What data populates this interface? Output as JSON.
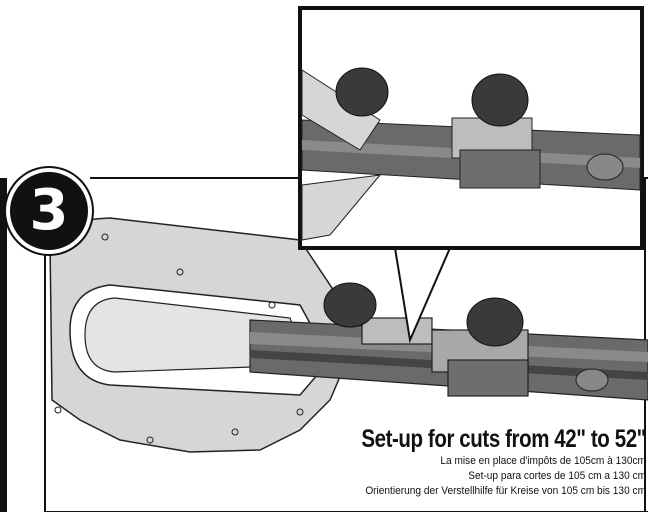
{
  "step": {
    "number": "3"
  },
  "caption": {
    "title": "Set-up for cuts from 42\" to 52\"",
    "french": "La mise en place d'impôts de 105cm à 130cm",
    "spanish": "Set-up para cortes de 105 cm a 130 cm",
    "german": "Orientierung der Verstellhilfe für Kreise von 105 cm bis 130 cm"
  },
  "colors": {
    "frame": "#111111",
    "plate": "#d6d6d6",
    "rail": "#555555",
    "knob": "#3a3a3a",
    "clamp": "#a8a8a8"
  }
}
